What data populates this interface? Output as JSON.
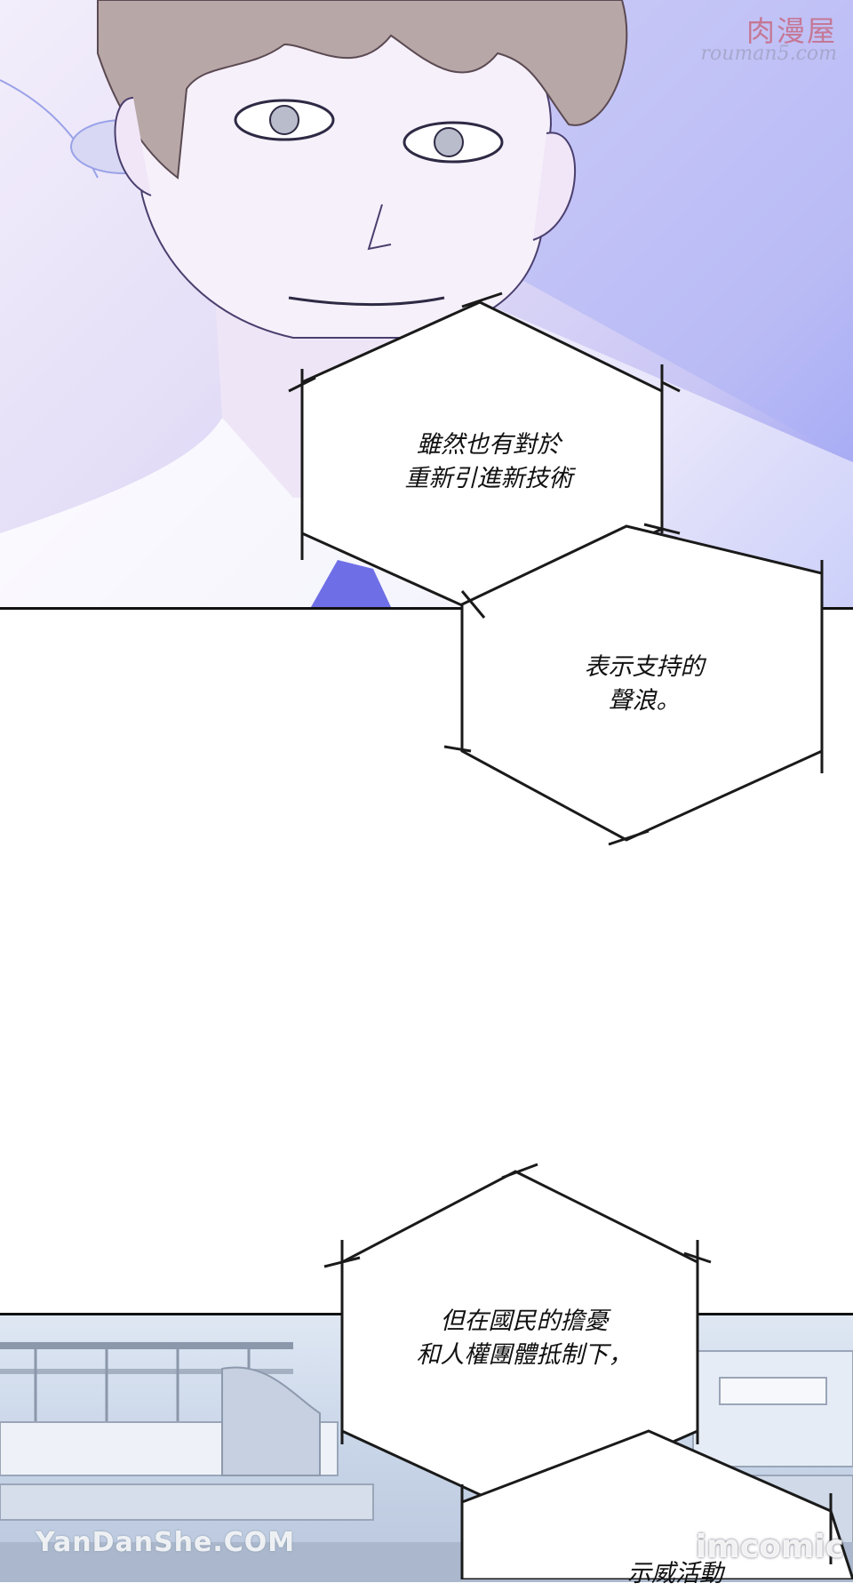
{
  "watermarks": {
    "brand": "肉漫屋",
    "url": "rouman5.com",
    "left": "YanDanShe.COM",
    "right": "imcomic"
  },
  "bubbles": [
    {
      "text": "雖然也有對於\n重新引進新技術"
    },
    {
      "text": "表示支持的\n聲浪。"
    },
    {
      "text": "但在國民的擔憂\n和人權團體抵制下，"
    },
    {
      "text": "示威活動"
    }
  ],
  "colors": {
    "panel_top_accent": "#8f96f2",
    "panel_bottom_accent": "#c8d5e8",
    "bubble_stroke": "#1a1a1a"
  }
}
